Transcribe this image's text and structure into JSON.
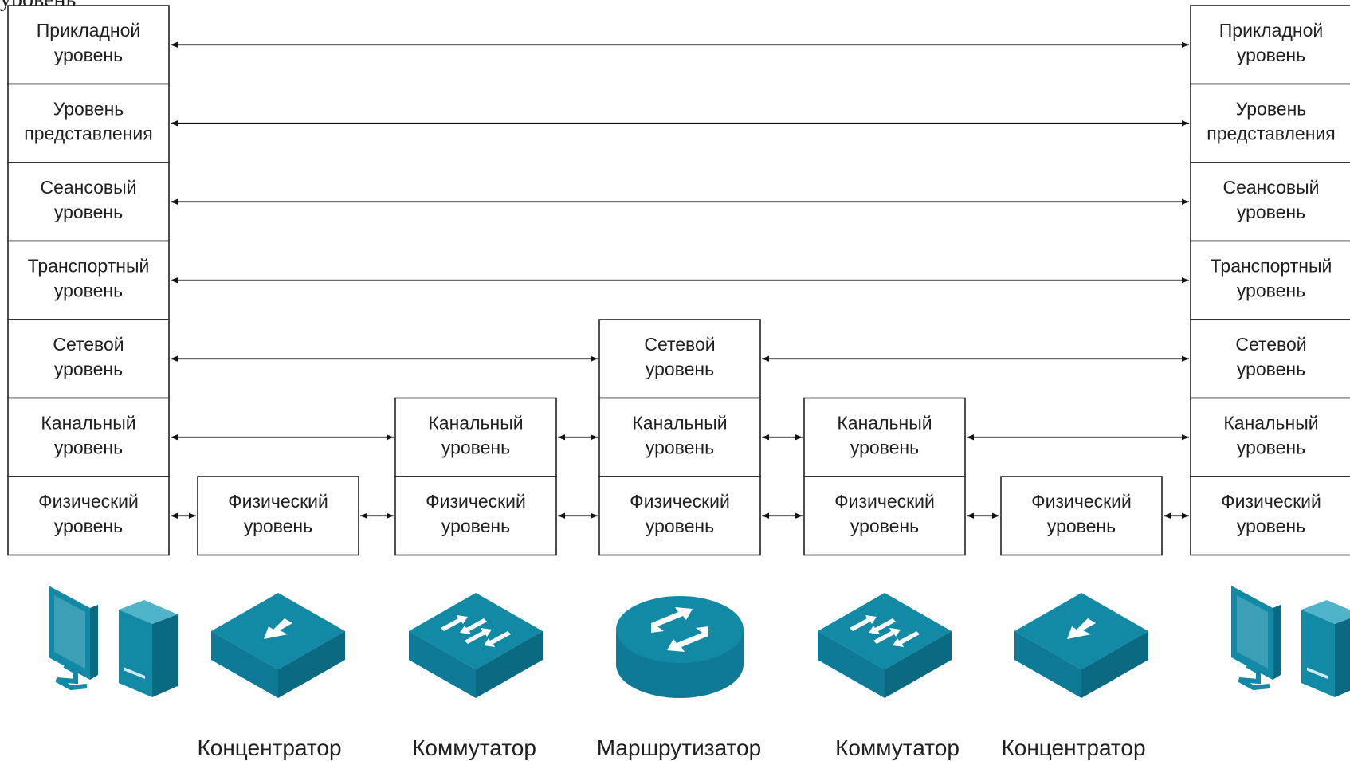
{
  "corner_text": "уровень",
  "accent_color": "#128aa6",
  "layers": {
    "application": [
      "Прикладной",
      "уровень"
    ],
    "presentation": [
      "Уровень",
      "представления"
    ],
    "session": [
      "Сеансовый",
      "уровень"
    ],
    "transport": [
      "Транспортный",
      "уровень"
    ],
    "network": [
      "Сетевой",
      "уровень"
    ],
    "datalink": [
      "Канальный",
      "уровень"
    ],
    "physical": [
      "Физический",
      "уровень"
    ]
  },
  "devices": {
    "hub_left": "Концентратор",
    "switch_left": "Коммутатор",
    "router": "Маршрутизатор",
    "switch_right": "Коммутатор",
    "hub_right": "Концентратор"
  },
  "icons": {
    "pc_left": "computer-icon",
    "hub_left": "hub-icon",
    "switch_left": "switch-icon",
    "router": "router-icon",
    "switch_right": "switch-icon",
    "hub_right": "hub-icon",
    "pc_right": "computer-icon"
  }
}
